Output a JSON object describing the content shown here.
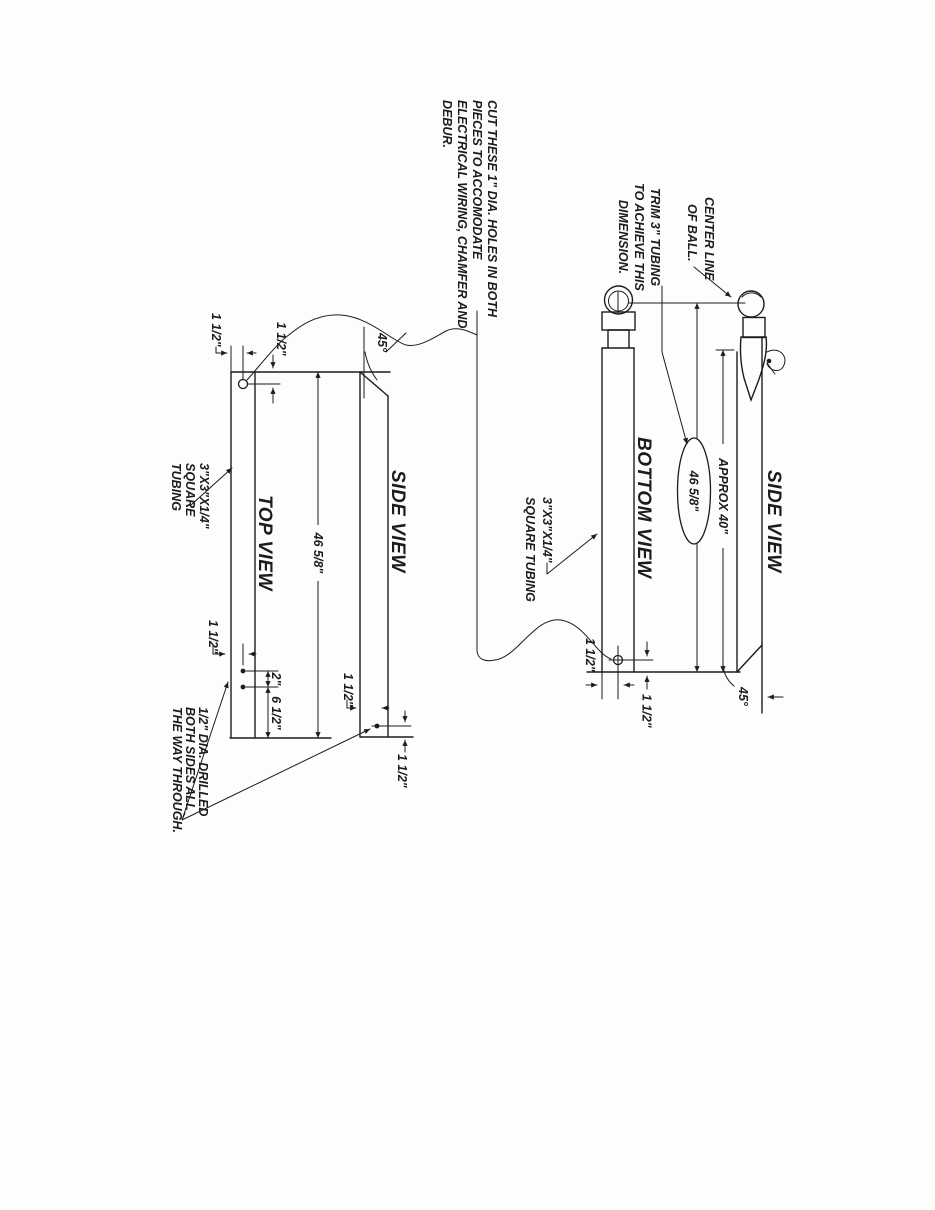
{
  "colors": {
    "ink": "#1c1c1c",
    "paper": "#fdfdfc"
  },
  "general_note": {
    "lines": [
      "CUT THESE 1\" DIA. HOLES IN BOTH",
      "PIECES TO ACCOMODATE",
      "ELECTRICAL WIRING, CHAMFER AND",
      "DEBUR."
    ]
  },
  "coupler_drawing": {
    "view_labels": {
      "bottom": "BOTTOM VIEW",
      "side": "SIDE VIEW"
    },
    "annotations": {
      "trim": [
        "TRIM 3\" TUBING",
        "TO ACHIEVE THIS",
        "DIMENSION."
      ],
      "center_line": [
        "CENTER LINE",
        "OF BALL."
      ],
      "tubing": [
        "3\"X3\"X1/4\"",
        "SQUARE TUBING"
      ]
    },
    "dimensions": {
      "length": "46 5/8\"",
      "approx": "APPROX 40\"",
      "hole_from_edge": "1 1/2\"",
      "hole_from_end": "1 1/2\"",
      "chamfer_angle": "45°"
    }
  },
  "tube_drawing": {
    "view_labels": {
      "top": "TOP VIEW",
      "side": "SIDE VIEW"
    },
    "annotations": {
      "tubing": [
        "3\"X3\"X1/4\"",
        "SQUARE",
        "TUBING"
      ],
      "drill": [
        "1/2\" DIA. DRILLED",
        "BOTH SIDES ALL",
        "THE WAY THROUGH."
      ]
    },
    "dimensions": {
      "length": "46 5/8\"",
      "hole_from_edge": "1 1/2\"",
      "hole_from_end": "1 1/2\"",
      "holes_from_edge_far": "1 1/2\"",
      "hole_spacing": "2\"",
      "hole_to_end": "6 1/2\"",
      "sv_hole_from_edge": "1 1/2\"",
      "sv_hole_from_end": "1 1/2\"",
      "chamfer_angle": "45°"
    }
  }
}
